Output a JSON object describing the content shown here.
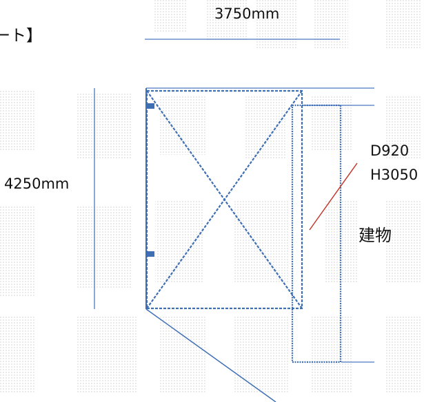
{
  "diagram": {
    "title_fragment": "ート】",
    "dimension_width": "3750mm",
    "dimension_depth": "4250mm",
    "opening_depth": "D920",
    "opening_height": "H3050",
    "building_label": "建物"
  },
  "colors": {
    "structure": "#3e6fb5",
    "dimension_line": "#4a78c0",
    "leader": "#c0392b",
    "watermark": "#d9d9d9",
    "text": "#111111"
  }
}
